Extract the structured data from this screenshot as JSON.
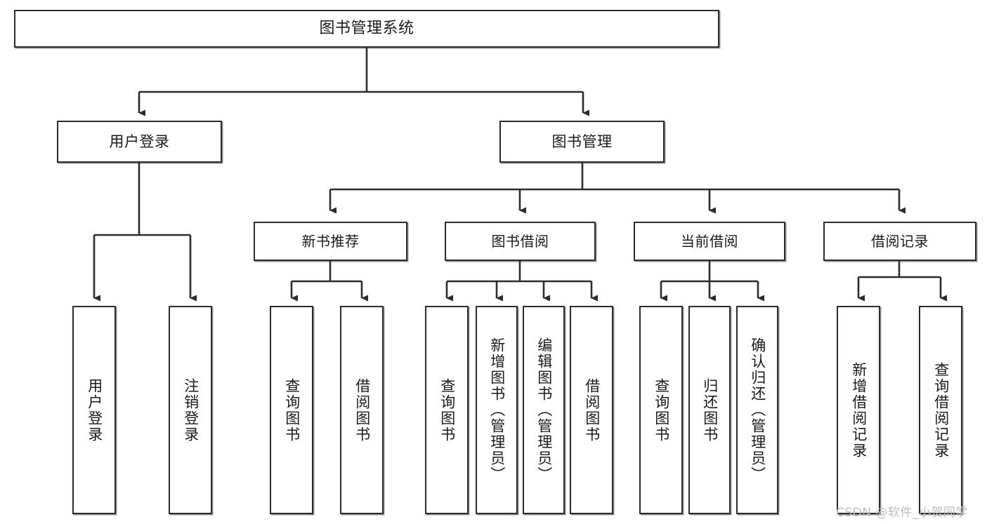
{
  "diagram": {
    "title": "图书管理系统",
    "type": "hierarchy-tree",
    "watermark": "CSDN @软件_小贺同学",
    "colors": {
      "box_border": "#2b2b2b",
      "box_fill": "#ffffff",
      "connector": "#2b2b2b",
      "text": "#1a1a1a",
      "watermark": "#bdbdbd"
    },
    "root": {
      "label": "图书管理系统"
    },
    "level1": [
      {
        "label": "用户登录"
      },
      {
        "label": "图书管理"
      }
    ],
    "level2": [
      {
        "label": "新书推荐"
      },
      {
        "label": "图书借阅"
      },
      {
        "label": "当前借阅"
      },
      {
        "label": "借阅记录"
      }
    ],
    "leaves": {
      "user_login": [
        {
          "label": "用户登录"
        },
        {
          "label": "注销登录"
        }
      ],
      "new_book_recommend": [
        {
          "label": "查询图书"
        },
        {
          "label": "借阅图书"
        }
      ],
      "book_borrow": [
        {
          "label": "查询图书"
        },
        {
          "label": "新增图书（管理员）"
        },
        {
          "label": "编辑图书（管理员）"
        },
        {
          "label": "借阅图书"
        }
      ],
      "current_borrow": [
        {
          "label": "查询图书"
        },
        {
          "label": "归还图书"
        },
        {
          "label": "确认归还（管理员）"
        }
      ],
      "borrow_record": [
        {
          "label": "新增借阅记录"
        },
        {
          "label": "查询借阅记录"
        }
      ]
    }
  }
}
